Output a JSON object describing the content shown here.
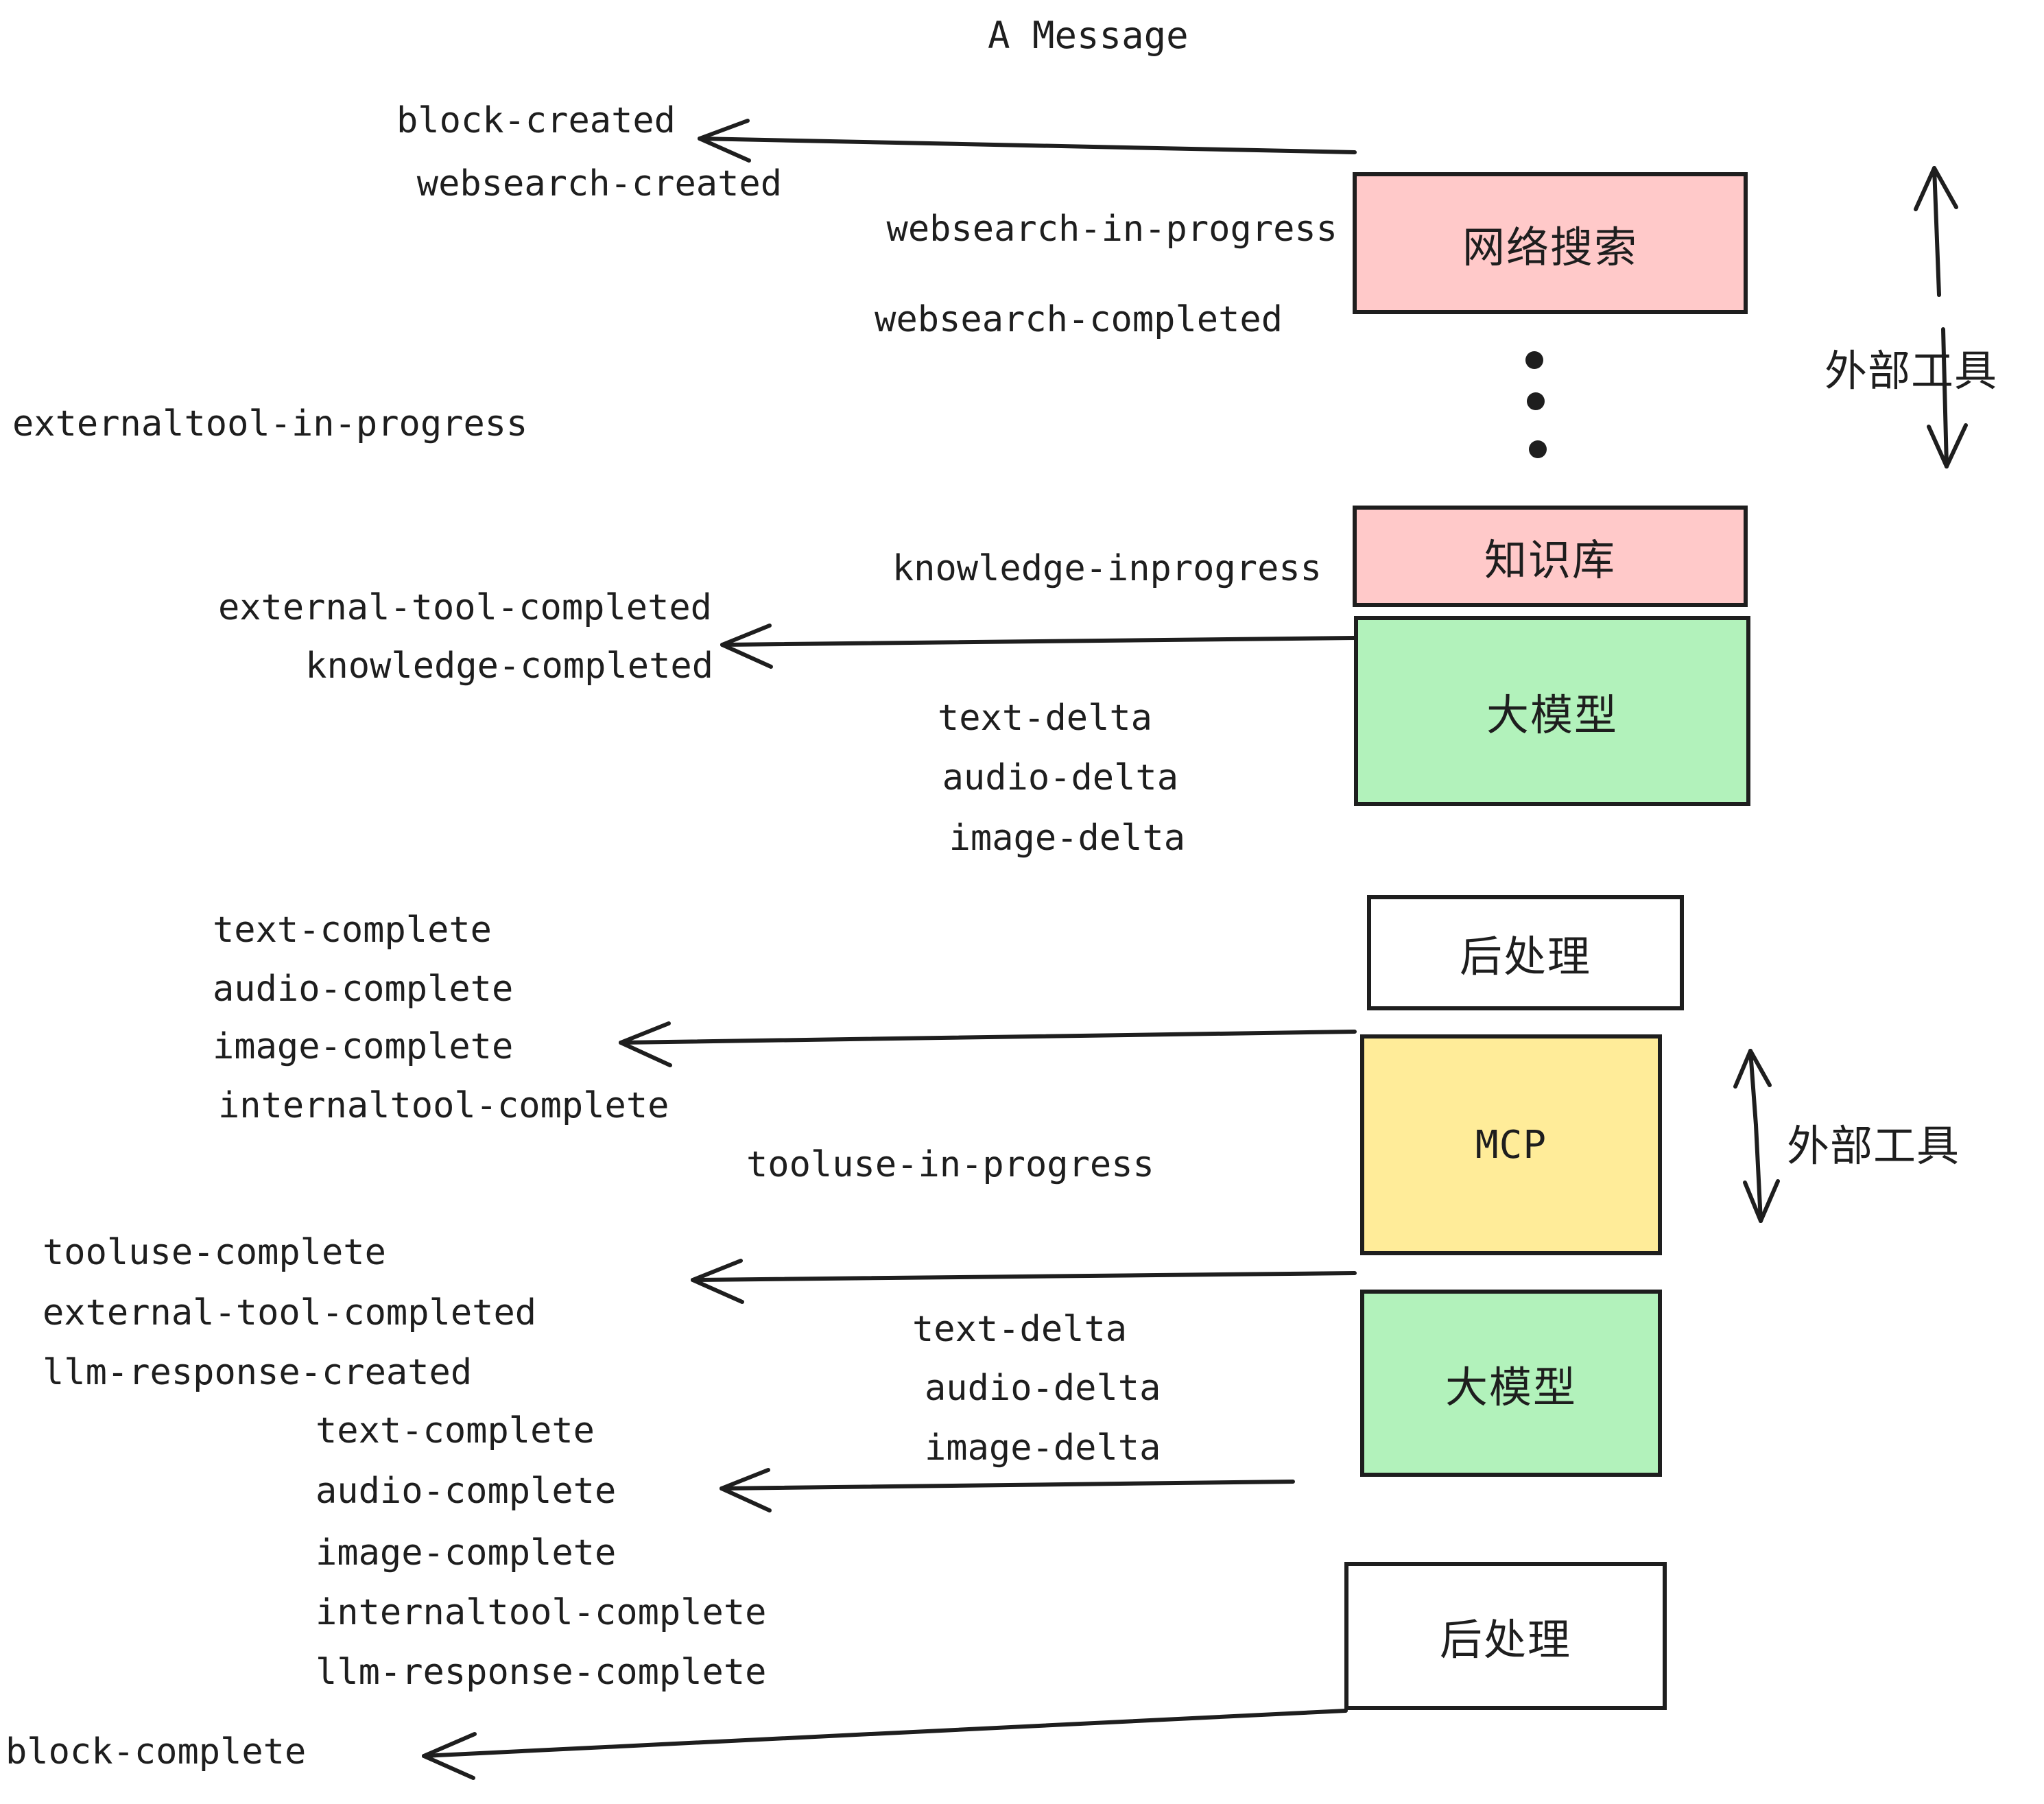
{
  "title": "A Message",
  "colors": {
    "stroke": "#1e1e1e",
    "pink": "#ffc9c9",
    "green": "#b2f2bb",
    "yellow": "#ffec99",
    "white": "#ffffff",
    "background": "#ffffff"
  },
  "nodes": [
    {
      "id": "websearch",
      "label": "网络搜索",
      "fill": "#ffc9c9"
    },
    {
      "id": "knowledge",
      "label": "知识库",
      "fill": "#ffc9c9"
    },
    {
      "id": "llm-1",
      "label": "大模型",
      "fill": "#b2f2bb"
    },
    {
      "id": "postprocess-1",
      "label": "后处理",
      "fill": "#ffffff"
    },
    {
      "id": "mcp",
      "label": "MCP",
      "fill": "#ffec99"
    },
    {
      "id": "llm-2",
      "label": "大模型",
      "fill": "#b2f2bb"
    },
    {
      "id": "postprocess-2",
      "label": "后处理",
      "fill": "#ffffff"
    }
  ],
  "side_labels": [
    {
      "id": "external-tools-top",
      "text": "外部工具"
    },
    {
      "id": "external-tools-bottom",
      "text": "外部工具"
    }
  ],
  "events": {
    "block_created": "block-created",
    "websearch_created": "websearch-created",
    "websearch_in_progress": "websearch-in-progress",
    "websearch_completed": "websearch-completed",
    "externaltool_in_progress": "externaltool-in-progress",
    "knowledge_inprogress": "knowledge-inprogress",
    "external_tool_completed_1": "external-tool-completed",
    "knowledge_completed": "knowledge-completed",
    "text_delta_1": "text-delta",
    "audio_delta_1": "audio-delta",
    "image_delta_1": "image-delta",
    "text_complete_1": "text-complete",
    "audio_complete_1": "audio-complete",
    "image_complete_1": "image-complete",
    "internaltool_complete_1": "internaltool-complete",
    "tooluse_in_progress": "tooluse-in-progress",
    "tooluse_complete": "tooluse-complete",
    "external_tool_completed_2": "external-tool-completed",
    "llm_response_created": "llm-response-created",
    "text_delta_2": "text-delta",
    "audio_delta_2": "audio-delta",
    "image_delta_2": "image-delta",
    "text_complete_2": "text-complete",
    "audio_complete_2": "audio-complete",
    "image_complete_2": "image-complete",
    "internaltool_complete_2": "internaltool-complete",
    "llm_response_complete": "llm-response-complete",
    "block_complete": "block-complete"
  }
}
